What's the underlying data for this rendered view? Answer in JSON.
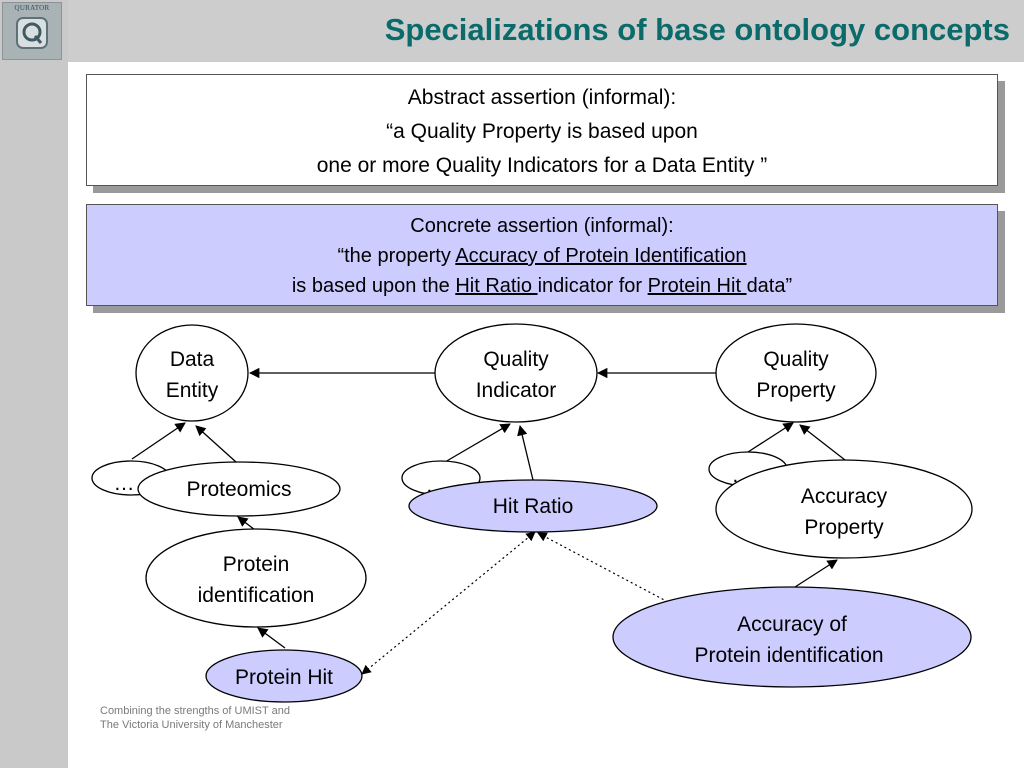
{
  "header": {
    "title": "Specializations of base ontology concepts",
    "logo_text": "QURATOR"
  },
  "abstract_box": {
    "line1": "Abstract assertion (informal):",
    "line2": "“a Quality Property is based upon",
    "line3": "one or more Quality Indicators for a Data Entity ”"
  },
  "concrete_box": {
    "line1": "Concrete assertion (informal):",
    "line2_prefix": "“the property ",
    "line2_link": "Accuracy of Protein Identification",
    "line3_prefix": "is based upon the ",
    "line3_link1": "Hit Ratio ",
    "line3_mid": "indicator for ",
    "line3_link2": "Protein Hit ",
    "line3_suffix": "data”"
  },
  "nodes": {
    "data_entity": [
      "Data",
      "Entity"
    ],
    "quality_indicator": [
      "Quality",
      "Indicator"
    ],
    "quality_property": [
      "Quality",
      "Property"
    ],
    "ellipsis": "…",
    "proteomics": "Proteomics",
    "hit_ratio": "Hit Ratio",
    "accuracy_property": [
      "Accuracy",
      "Property"
    ],
    "protein_identification": [
      "Protein",
      "identification"
    ],
    "accuracy_of_protein_identification": [
      "Accuracy of",
      "Protein identification"
    ],
    "protein_hit": "Protein Hit"
  },
  "colors": {
    "title": "#0b6b6b",
    "highlight_fill": "#ccccff",
    "plain_fill": "#ffffff",
    "sidebar": "#c9c9c9"
  },
  "footer": {
    "line1": "Combining the strengths of UMIST and",
    "line2": "The Victoria University of Manchester"
  }
}
